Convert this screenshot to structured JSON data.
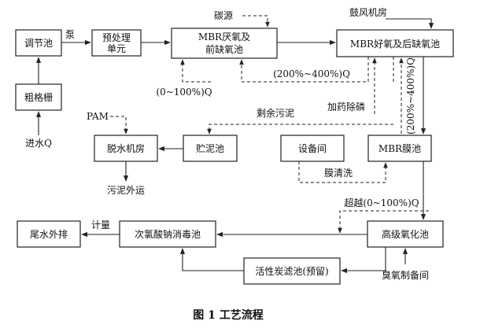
{
  "nodes": {
    "tiaojiechi": "调节池",
    "yuchuli_line1": "预处理",
    "yuchuli_line2": "单元",
    "mbr_anaerobic_line1": "MBR厌氧及",
    "mbr_anaerobic_line2": "前缺氧池",
    "mbr_aerobic": "MBR好氧及后缺氧池",
    "cugeshan": "粗格栅",
    "tuoshuijifang": "脱水机房",
    "zhunichi": "贮泥池",
    "shebeijian": "设备间",
    "mbr_membrane": "MBR膜池",
    "gaoji_yanghua": "高级氧化池",
    "weishui_waipai": "尾水外排",
    "cilvsuanna": "次氯酸钠消毒池",
    "huoxingtan": "活性炭滤池(预留)"
  },
  "labels": {
    "beng": "泵",
    "tanyuan": "碳源",
    "gufengjifang": "鼓风机房",
    "jinshui": "进水Q",
    "pam": "PAM",
    "wuni_waiyun": "污泥外运",
    "shengyu_wuni": "剩余污泥",
    "jiayao_chulin": "加药除磷",
    "moqingxi": "膜清洗",
    "chaoyue": "超越(0~100%)Q",
    "jiliang": "计量",
    "chouyang": "臭氧制备间",
    "reflux_200_400": "(200%~400%)Q",
    "reflux_0_100": "(0~100%)Q",
    "reflux_vertical": "(200%~400%)Q"
  },
  "caption": "图 1    工艺流程"
}
